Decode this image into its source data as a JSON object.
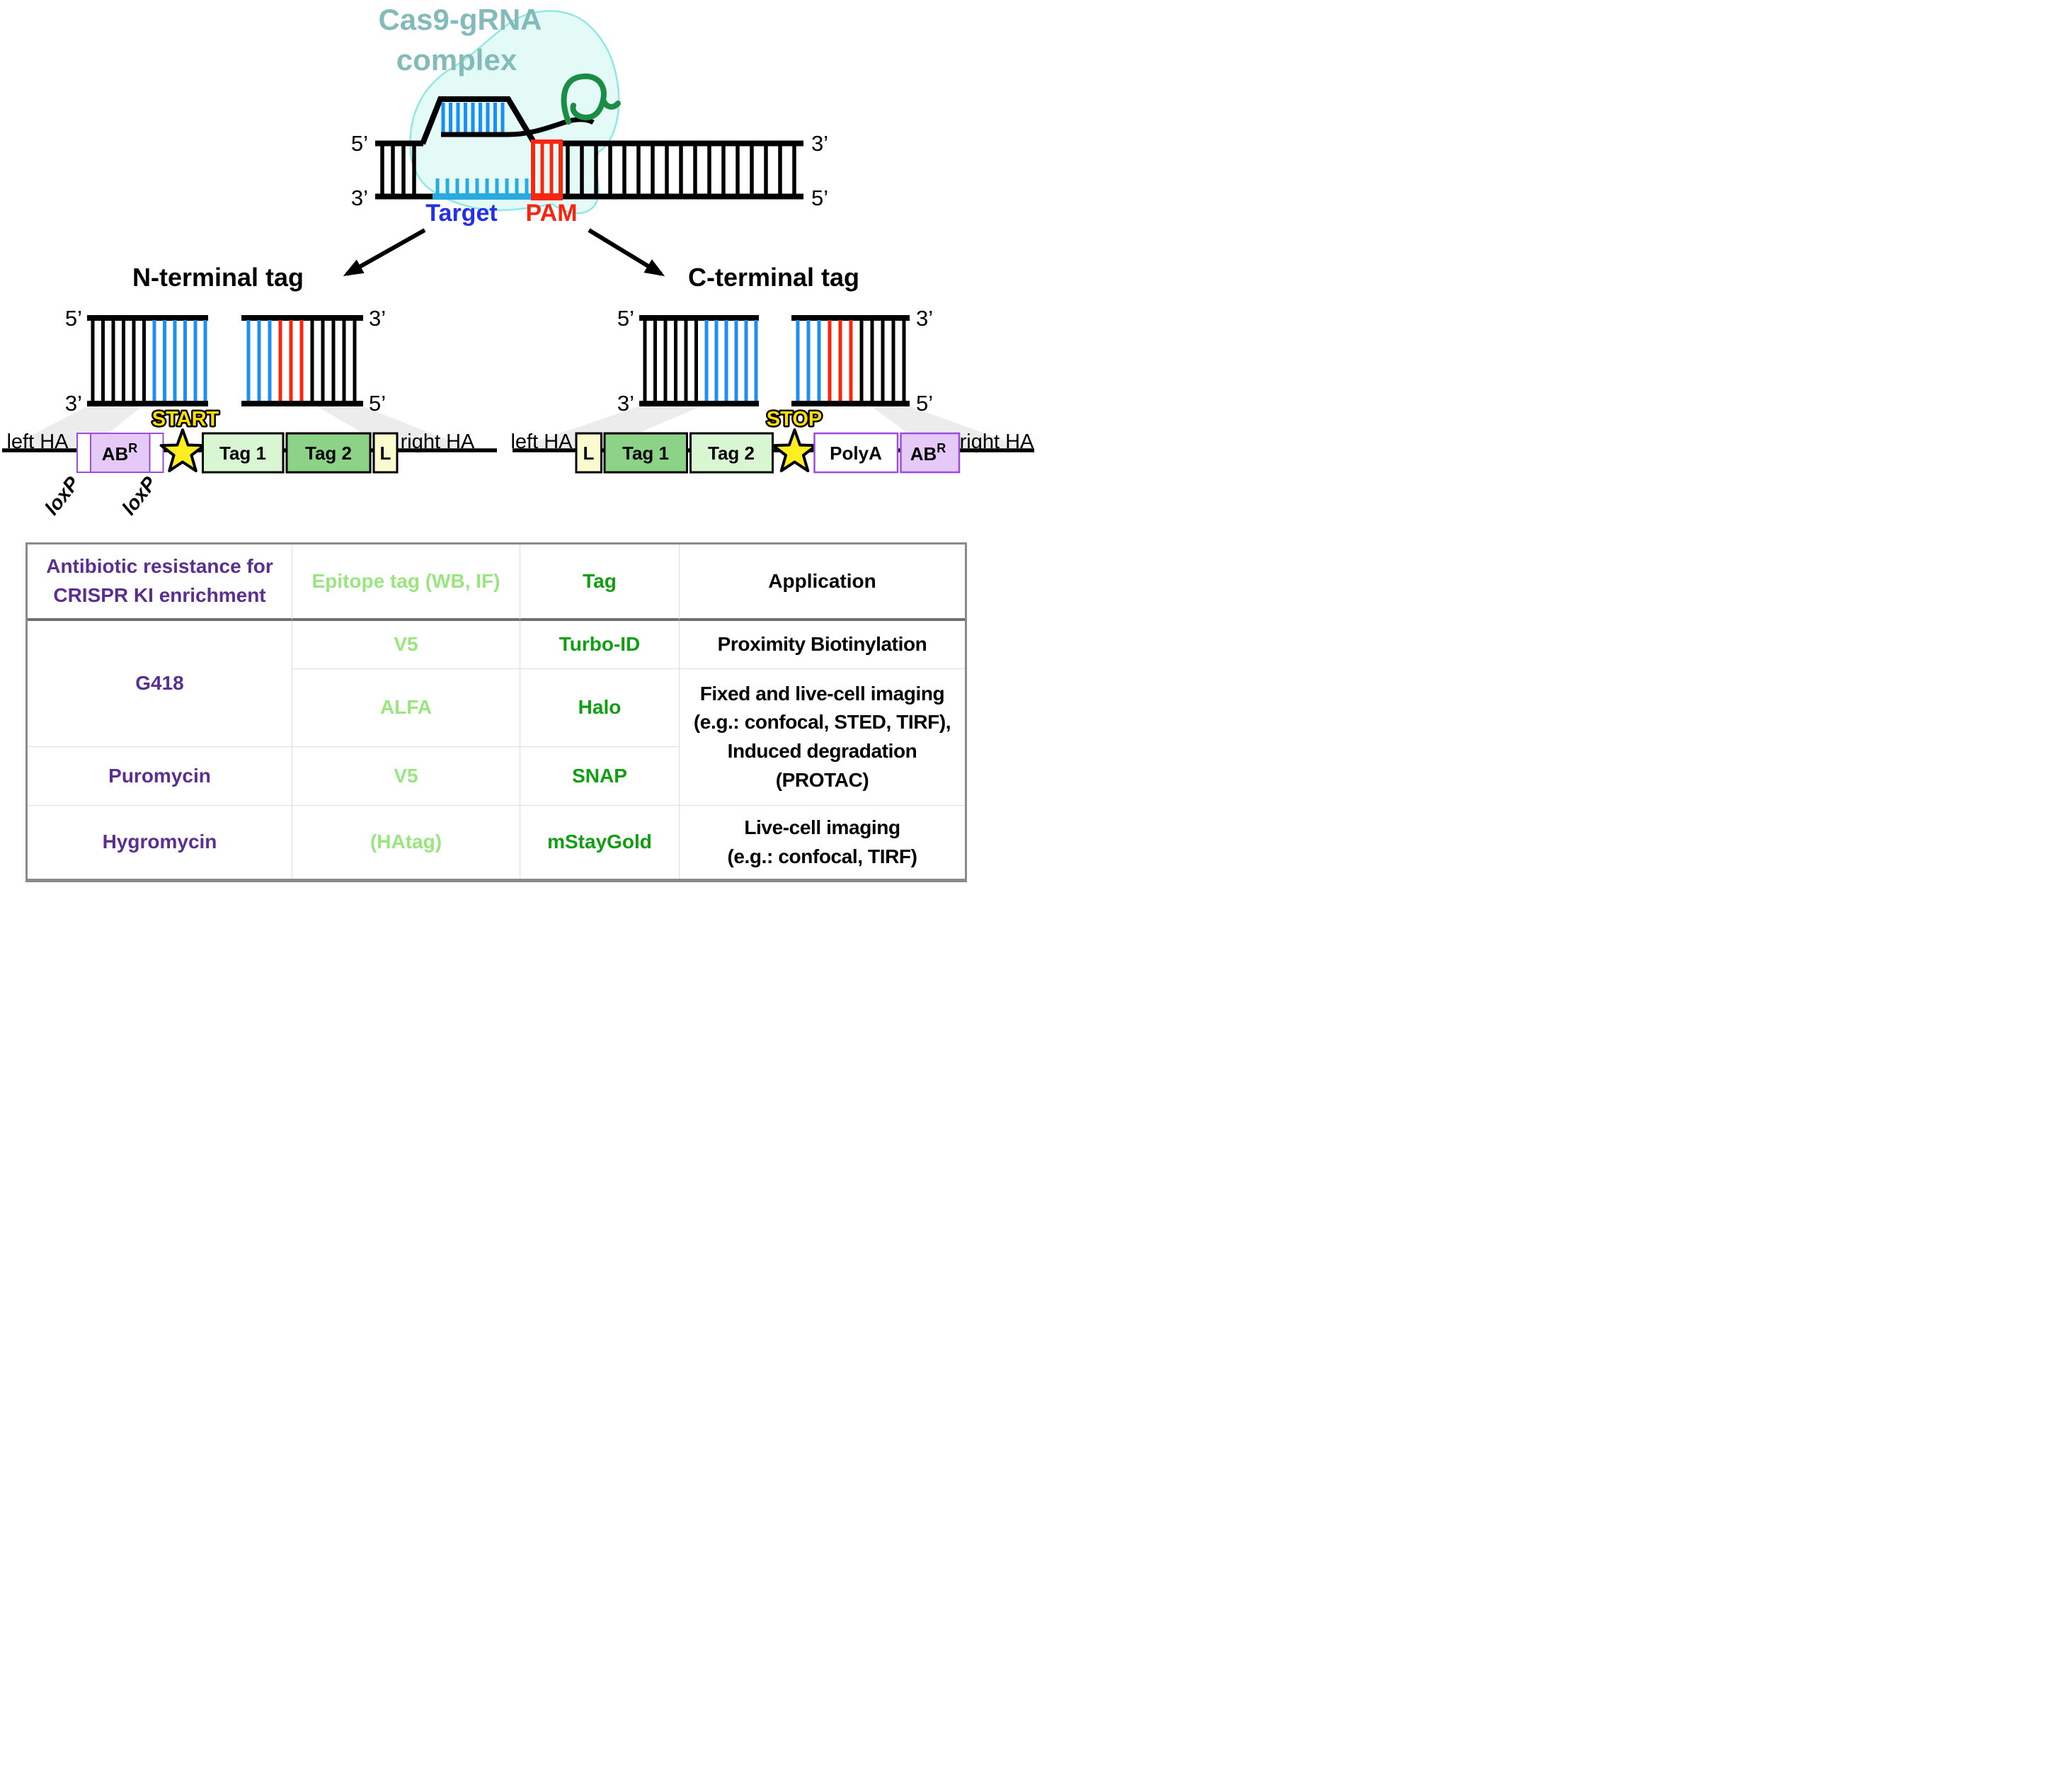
{
  "title": {
    "line1": "Cas9-gRNA",
    "line2": "complex"
  },
  "dna_labels": {
    "five": "5’",
    "three": "3’"
  },
  "top_diagram": {
    "target_label": "Target",
    "pam_label": "PAM"
  },
  "branches": {
    "n_label": "N-terminal tag",
    "c_label": "C-terminal tag"
  },
  "construct_n": {
    "left_ha": "left HA",
    "right_ha": "right HA",
    "abr_base": "AB",
    "abr_sup": "R",
    "start_label": "START",
    "tag1": "Tag 1",
    "tag2": "Tag 2",
    "linker": "L",
    "loxp_left": "loxP",
    "loxp_right": "loxP"
  },
  "construct_c": {
    "left_ha": "left HA",
    "right_ha": "right HA",
    "linker": "L",
    "tag1": "Tag 1",
    "tag2": "Tag 2",
    "stop_label": "STOP",
    "polya": "PolyA",
    "abr_base": "AB",
    "abr_sup": "R"
  },
  "table": {
    "header": {
      "col1_line1": "Antibiotic resistance for",
      "col1_line2": "CRISPR KI enrichment",
      "col2": "Epitope tag (WB, IF)",
      "col3": "Tag",
      "col4": "Application"
    },
    "antibiotics": {
      "g418": "G418",
      "puromycin": "Puromycin",
      "hygromycin": "Hygromycin"
    },
    "epitope_tags": [
      "V5",
      "ALFA",
      "V5",
      "(HAtag)"
    ],
    "tags": [
      "Turbo-ID",
      "Halo",
      "SNAP",
      "mStayGold"
    ],
    "applications": {
      "row1": "Proximity Biotinylation",
      "merged_line1": "Fixed and live-cell imaging",
      "merged_line2": "(e.g.: confocal, STED, TIRF),",
      "merged_line3": "Induced degradation",
      "merged_line4": "(PROTAC)",
      "row4_line1": "Live-cell imaging",
      "row4_line2": "(e.g.: confocal, TIRF)"
    }
  },
  "colors": {
    "title_teal": "#83bbbb",
    "blob_fill": "#e4faf6",
    "blob_stroke": "#8fe9e2",
    "grna_green": "#1b8c44",
    "rung_blue": "#1e8ff2",
    "target_lightblue": "#29abe2",
    "pam_red": "#f9260f",
    "target_text_blue": "#2330e8",
    "star_yellow": "#fcee21",
    "start_stop_yellow": "#ffde00",
    "lavender_fill": "#e4c9f9",
    "purple_border": "#9c4de0",
    "tag_light_green": "#d9f6d3",
    "tag_green": "#8cd287",
    "linker_yellow": "#fbfbd0",
    "beam_gray": "#ececec",
    "table_purple": "#5b2e91",
    "table_light_green": "#9ae67e",
    "table_dark_green": "#109f10"
  }
}
